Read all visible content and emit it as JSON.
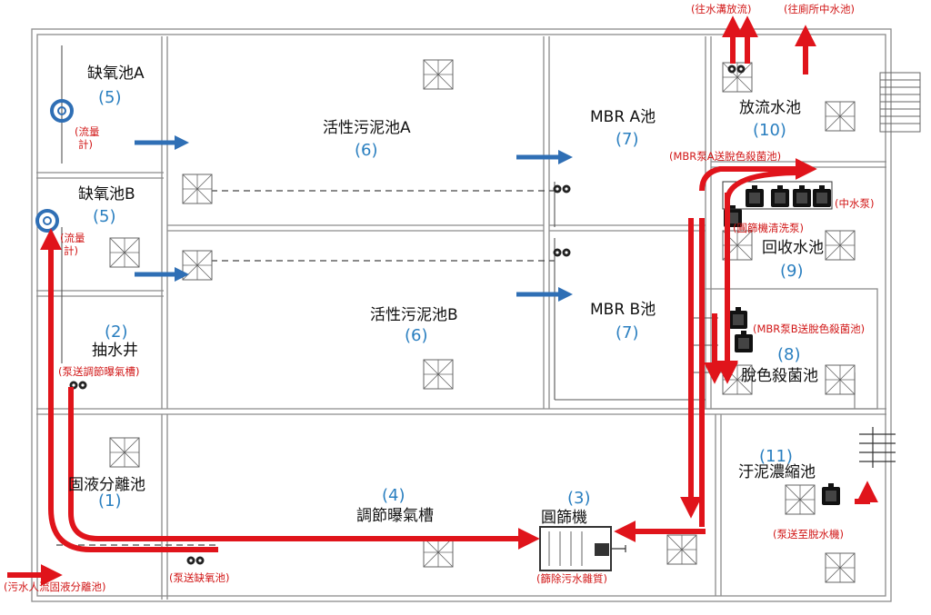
{
  "tanks": {
    "anoxic_a": {
      "name": "缺氧池A",
      "num": "(5)"
    },
    "anoxic_b": {
      "name": "缺氧池B",
      "num": "(5)"
    },
    "sludge_a": {
      "name": "活性污泥池A",
      "num": "(6)"
    },
    "sludge_b": {
      "name": "活性污泥池B",
      "num": "(6)"
    },
    "mbr_a": {
      "name": "MBR A池",
      "num": "(7)"
    },
    "mbr_b": {
      "name": "MBR B池",
      "num": "(7)"
    },
    "discharge": {
      "name": "放流水池",
      "num": "(10)"
    },
    "recycle": {
      "name": "回收水池",
      "num": "(9)"
    },
    "disinfect": {
      "name": "脫色殺菌池",
      "num": "(8)"
    },
    "pump_well": {
      "name": "抽水井",
      "num": "(2)"
    },
    "separator": {
      "name": "固液分離池",
      "num": "(1)"
    },
    "equalize": {
      "name": "調節曝氣槽",
      "num": "(4)"
    },
    "screen": {
      "name": "圓篩機",
      "num": "(3)"
    },
    "thickener": {
      "name": "汙泥濃縮池",
      "num": "(11)"
    }
  },
  "notes": {
    "flowmeter_a": [
      "(流量",
      "計)"
    ],
    "flowmeter_b": [
      "(流量",
      "計)"
    ],
    "to_equalize": "(泵送調節曝氣槽)",
    "to_anoxic": "(泵送缺氧池)",
    "inflow": "(污水人流固液分離池)",
    "screen_remove": "(篩除污水雜質)",
    "to_dewater": "(泵送至脫水機)",
    "mbr_a_pump": "(MBR泵A送脫色殺菌池)",
    "mbr_b_pump": "(MBR泵B送脫色殺菌池)",
    "reclaim_pump": "(中水泵)",
    "screen_wash_pump": "(圓篩機清洗泵)",
    "to_ditch": "(往水溝放流)",
    "to_toilet": "(往廁所中水池)"
  },
  "colors": {
    "flow_red": "#e0141b",
    "flow_blue": "#2f6fb5",
    "number_blue": "#2a7fc0",
    "wall": "#8c8c8c"
  },
  "icons": [
    "flow-meter-icon",
    "pump-icon",
    "aerator-diffuser-icon",
    "drum-screen-icon"
  ]
}
